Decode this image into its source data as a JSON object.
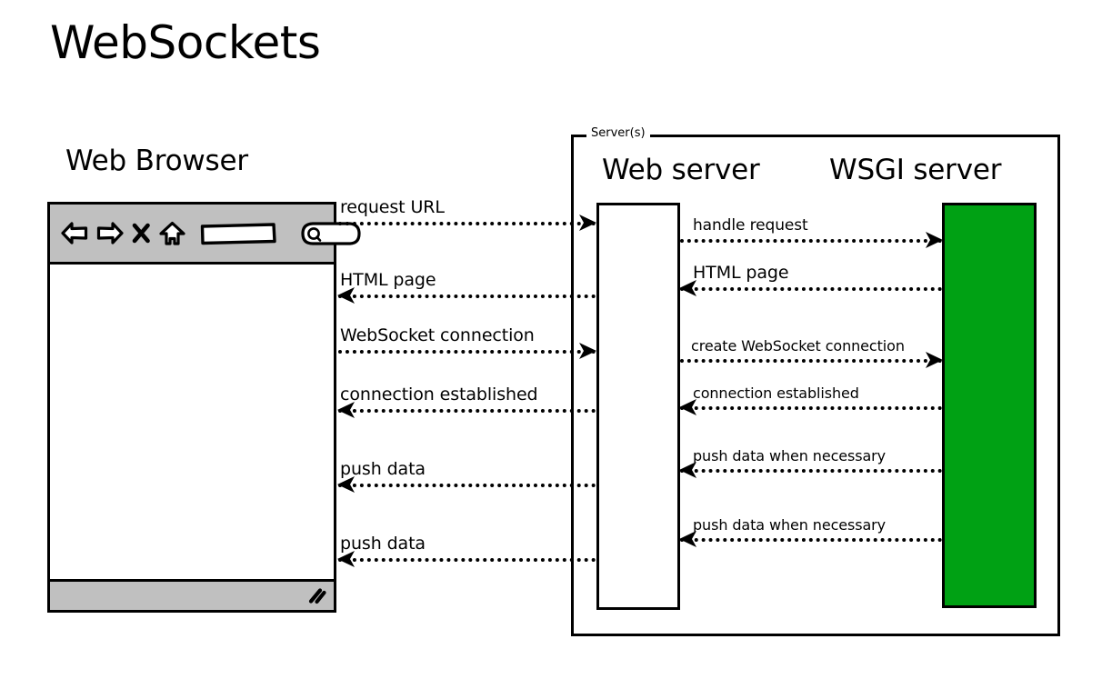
{
  "page": {
    "title": "WebSockets",
    "background_color": "#ffffff",
    "ink_color": "#000000"
  },
  "browser": {
    "heading": "Web Browser",
    "chrome_color": "#c0c0c0",
    "viewport_color": "#ffffff",
    "toolbar_icons": [
      {
        "name": "back-arrow-icon",
        "label": "Back"
      },
      {
        "name": "forward-arrow-icon",
        "label": "Forward"
      },
      {
        "name": "stop-x-icon",
        "label": "Stop"
      },
      {
        "name": "home-icon",
        "label": "Home"
      },
      {
        "name": "address-bar-icon",
        "label": "Address bar"
      },
      {
        "name": "search-box-icon",
        "label": "Search"
      }
    ],
    "status_grip": "resize-grip-icon"
  },
  "server_group": {
    "legend": "Server(s)"
  },
  "web_server": {
    "heading": "Web server",
    "box_color": "#ffffff"
  },
  "wsgi_server": {
    "heading": "WSGI server",
    "box_color": "#00a114"
  },
  "messages_browser_webserver": [
    {
      "label": "request URL",
      "direction": "right"
    },
    {
      "label": "HTML page",
      "direction": "left"
    },
    {
      "label": "WebSocket connection",
      "direction": "right"
    },
    {
      "label": "connection established",
      "direction": "left"
    },
    {
      "label": "push data",
      "direction": "left"
    },
    {
      "label": "push data",
      "direction": "left"
    }
  ],
  "messages_webserver_wsgi": [
    {
      "label": "handle request",
      "direction": "right"
    },
    {
      "label": "HTML page",
      "direction": "left"
    },
    {
      "label": "create WebSocket connection",
      "direction": "right"
    },
    {
      "label": "connection established",
      "direction": "left"
    },
    {
      "label": "push data when necessary",
      "direction": "left"
    },
    {
      "label": "push data when necessary",
      "direction": "left"
    }
  ]
}
